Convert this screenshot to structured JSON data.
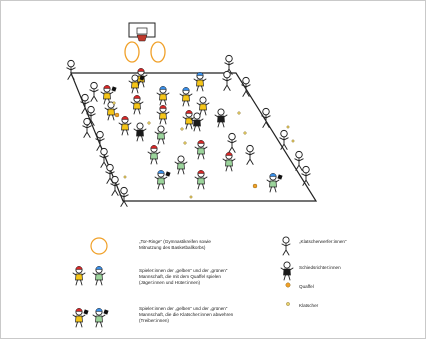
{
  "figure": {
    "court_shape": "parallelogram",
    "hoop_rings": 2,
    "colors": {
      "line": "#222222",
      "ring": "#f0a028",
      "yellow_team": "#f5c518",
      "green_team": "#9bd39b",
      "referee": "#1a1a1a",
      "red_cap": "#d62828",
      "blue_cap": "#3a8ee6",
      "quaffle": "#f0a028",
      "bludger": "#e8d26a",
      "backboard": "#ffffff",
      "basket": "#c0392b"
    }
  },
  "legend": {
    "rings": "„Tor-Ringe“ (Gymnastikreifen sowie\nMitnutzung des Basketballkorbs)",
    "quaffle_players": "Spieler:innen der „gelben“ und der „grünen“\nMannschaft, die mit dem Quaffel spielen\n(Jäger:innen und Hüter:innen)",
    "beaters": "Spieler:innen der „gelben“ und der „grünen“\nMannschaft, die die Klatscher:innen abwehren\n(Treiber:innen)",
    "bludger_throwers": "„Klatscherwerfer:innen“",
    "referees": "Schiedsrichter:innen",
    "quaffle": "Quaffel",
    "bludger": "Klatscher"
  }
}
